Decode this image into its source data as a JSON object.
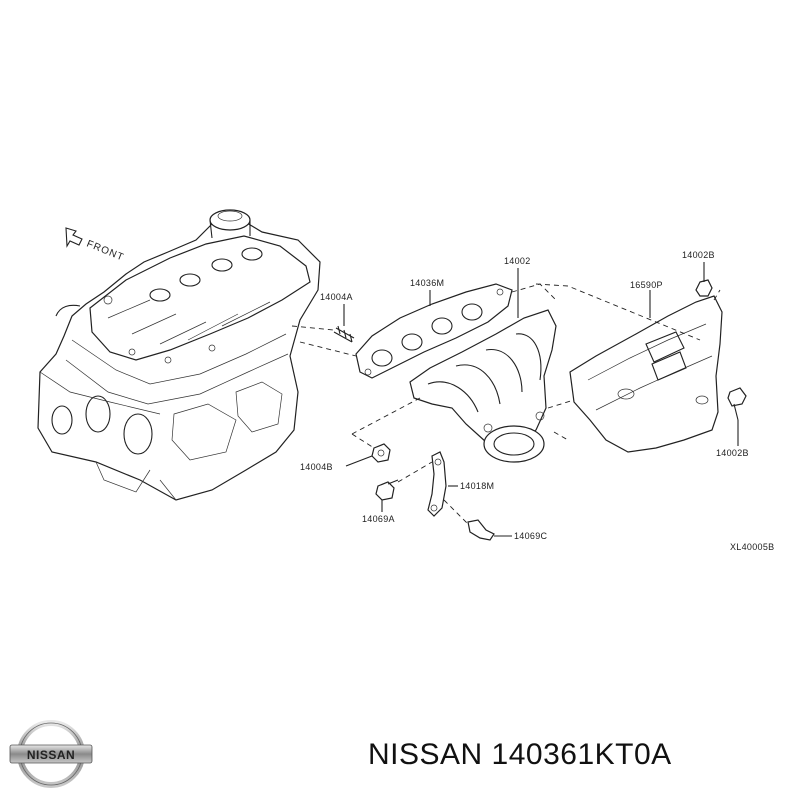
{
  "diagram": {
    "front_label": "FRONT",
    "drawing_code": "XL40005B",
    "callouts": {
      "c14004A": "14004A",
      "c14036M": "14036M",
      "c14002": "14002",
      "c14002B_top": "14002B",
      "c16590P": "16590P",
      "c14002B_right": "14002B",
      "c14004B": "14004B",
      "c14018M": "14018M",
      "c14069A": "14069A",
      "c14069C": "14069C"
    }
  },
  "brand": {
    "logo_text": "NISSAN",
    "caption": "NISSAN 140361KT0A"
  }
}
